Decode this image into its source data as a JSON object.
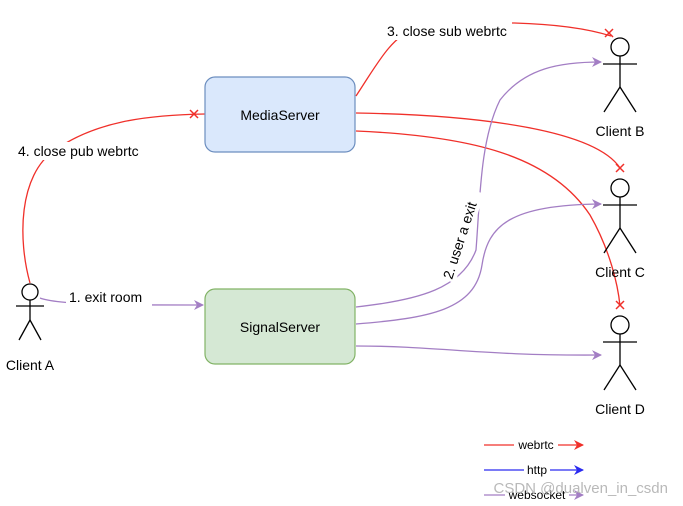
{
  "nodes": {
    "media_server": "MediaServer",
    "signal_server": "SignalServer",
    "client_a": "Client A",
    "client_b": "Client B",
    "client_c": "Client C",
    "client_d": "Client D"
  },
  "edges": {
    "exit_room": "1. exit room",
    "user_a_exit": "2. user a exit",
    "close_sub": "3. close sub webrtc",
    "close_pub": "4. close pub webrtc"
  },
  "legend": {
    "webrtc": "webrtc",
    "http": "http",
    "websocket": "websocket"
  },
  "colors": {
    "webrtc": "#f0302a",
    "http": "#2b2bf0",
    "websocket": "#a37ec4",
    "media_fill": "#dae8fc",
    "media_stroke": "#6c8ebf",
    "signal_fill": "#d5e8d4",
    "signal_stroke": "#82b366"
  },
  "watermark": "CSDN @dualven_in_csdn"
}
